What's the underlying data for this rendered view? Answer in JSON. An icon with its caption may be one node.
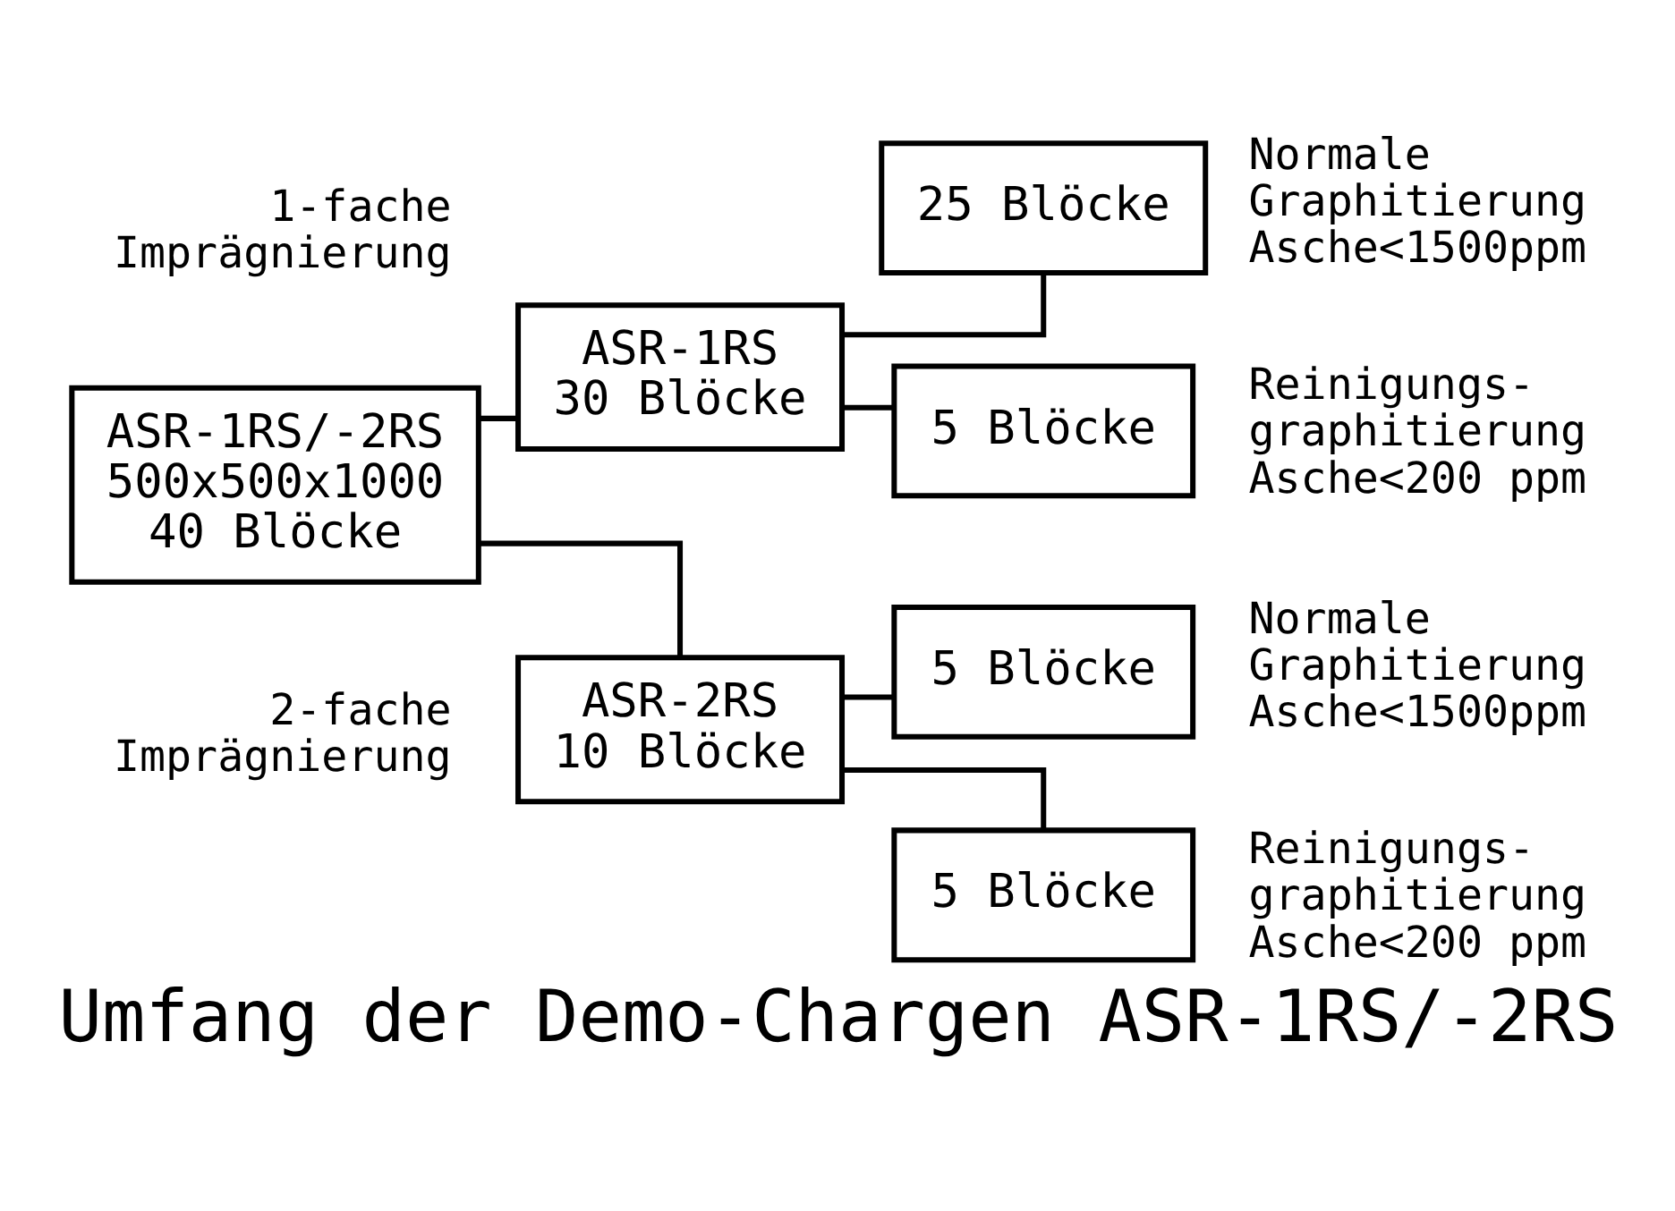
{
  "diagram": {
    "caption": "Umfang der Demo-Chargen ASR-1RS/-2RS",
    "nodes": [
      {
        "text": [
          "ASR-1RS/-2RS",
          "500x500x1000",
          "40 Blöcke"
        ]
      },
      {
        "text": [
          "ASR-1RS",
          "30 Blöcke"
        ],
        "beside": [
          "1-fache Imprägnierung"
        ]
      },
      {
        "text": [
          "ASR-2RS",
          "10 Blöcke"
        ],
        "beside": [
          "2-fache Imprägnierung"
        ]
      },
      {
        "text": [
          "25 Blöcke"
        ],
        "beside": [
          "Normale Graphitierung Asche<1500ppm"
        ]
      },
      {
        "text": [
          "5 Blöcke"
        ],
        "beside": [
          "Reinigungs- graphitierung Asche<200 ppm"
        ]
      },
      {
        "text": [
          "5 Blöcke"
        ],
        "beside": [
          "Normale Graphitierung Asche<1500ppm"
        ]
      },
      {
        "text": [
          "5 Blöcke"
        ],
        "beside": [
          "Reinigungs- graphitierung Asche<200 ppm"
        ]
      }
    ],
    "edges": [
      {
        "from": 0,
        "to": 1,
        "arrow": "none"
      },
      {
        "from": 0,
        "to": 2,
        "arrow": "none"
      },
      {
        "from": 1,
        "to": 3,
        "arrow": "none"
      },
      {
        "from": 1,
        "to": 4,
        "arrow": "none"
      },
      {
        "from": 2,
        "to": 5,
        "arrow": "none"
      },
      {
        "from": 2,
        "to": 6,
        "arrow": "none"
      }
    ]
  }
}
